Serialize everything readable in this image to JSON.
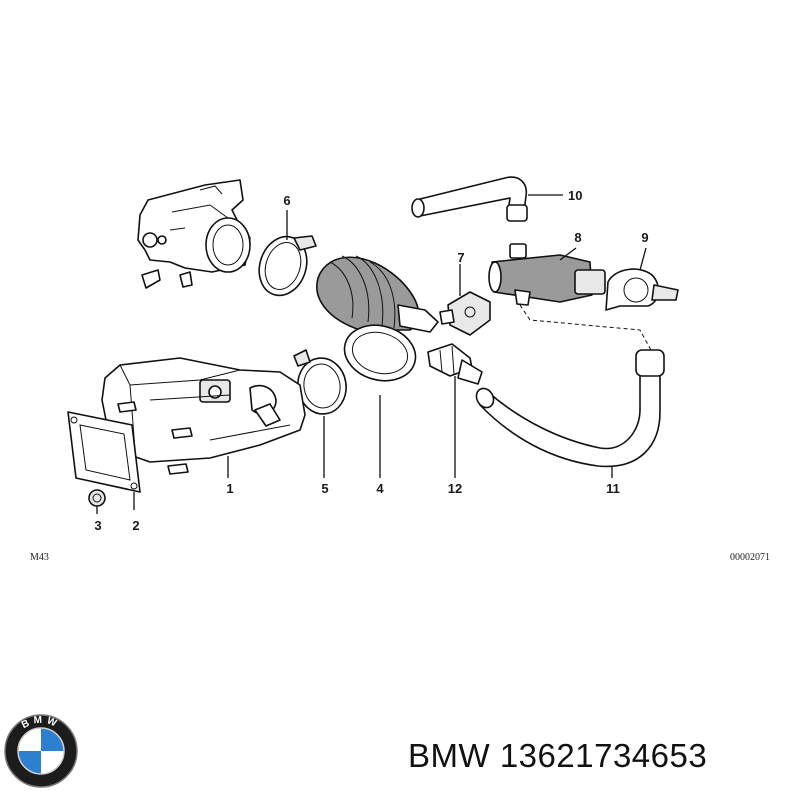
{
  "diagram": {
    "callouts": [
      "1",
      "2",
      "3",
      "4",
      "5",
      "6",
      "7",
      "8",
      "9",
      "10",
      "11",
      "12"
    ],
    "model_code": "M43",
    "drawing_number": "00002071"
  },
  "footer": {
    "logo_letters": "BMW",
    "brand": "BMW",
    "part_number": "13621734653",
    "colors": {
      "logo_blue": "#2f7fd0",
      "logo_ring": "#1c1c1c"
    }
  }
}
